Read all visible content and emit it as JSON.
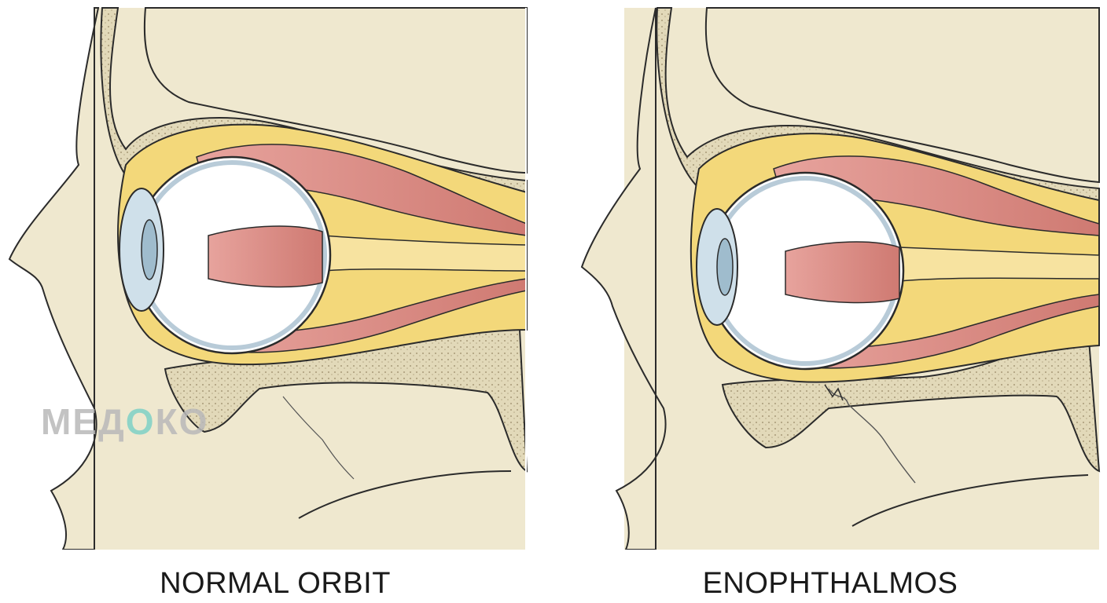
{
  "panels": [
    {
      "caption": "NORMAL ORBIT"
    },
    {
      "caption": "ENOPHTHALMOS"
    }
  ],
  "watermark": {
    "text_start": "МЕД",
    "ring_letter": "О",
    "text_end": "КО"
  },
  "colors": {
    "skin": "#efe8cf",
    "bone": "#e0d8b8",
    "fat": "#f3d87a",
    "muscle": "#d98a84",
    "eye": "#ffffff",
    "outline": "#2b2b2b"
  }
}
